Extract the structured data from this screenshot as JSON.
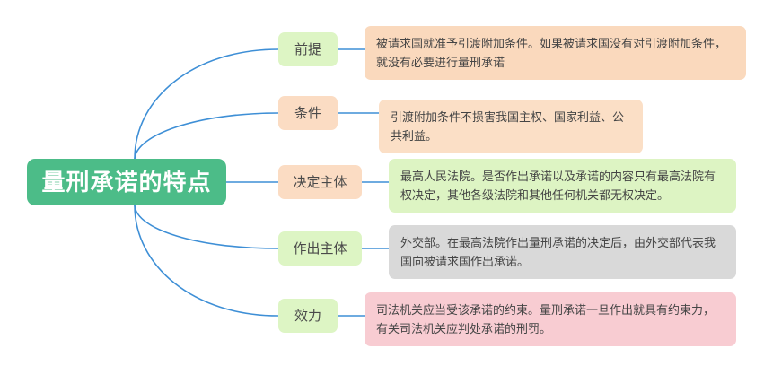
{
  "diagram": {
    "type": "mindmap",
    "title": "量刑承诺的特点",
    "root": {
      "label": "量刑承诺的特点",
      "color": "#4CBC88",
      "text_color": "#ffffff"
    },
    "connector_color": "#3E8FD6",
    "background": "#ffffff",
    "branches": [
      {
        "label": "前提",
        "label_color": "#DDF5C4",
        "content": "被请求国就准予引渡附加条件。如果被请求国没有对引渡附加条件，就没有必要进行量刑承诺",
        "content_color": "#FAD9BD"
      },
      {
        "label": "条件",
        "label_color": "#FBDCC3",
        "content": "引渡附加条件不损害我国主权、国家利益、公共利益。",
        "content_color": "#FBDFC6"
      },
      {
        "label": "决定主体",
        "label_color": "#FBDCC3",
        "content": "最高人民法院。是否作出承诺以及承诺的内容只有最高法院有权决定，其他各级法院和其他任何机关都无权决定。",
        "content_color": "#DDF4C3"
      },
      {
        "label": "作出主体",
        "label_color": "#DDF5C4",
        "content": "外交部。在最高法院作出量刑承诺的决定后，由外交部代表我国向被请求国作出承诺。",
        "content_color": "#D9D9D9"
      },
      {
        "label": "效力",
        "label_color": "#DDF5C4",
        "content": "司法机关应当受该承诺的约束。量刑承诺一旦作出就具有约束力，有关司法机关应判处承诺的刑罚。",
        "content_color": "#F8CCD2"
      }
    ]
  }
}
